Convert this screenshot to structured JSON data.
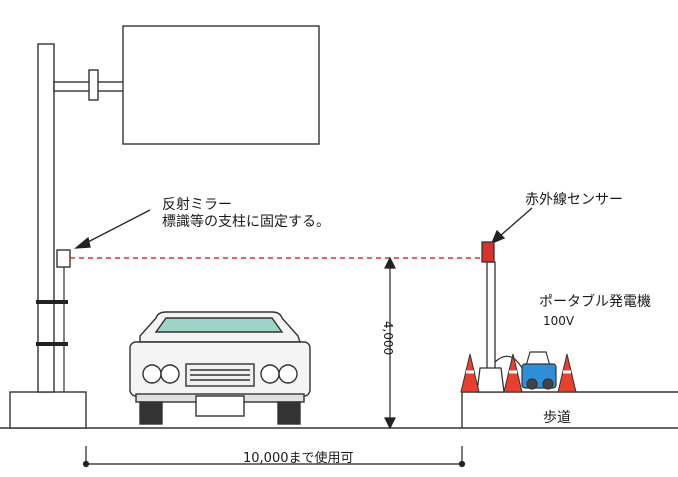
{
  "labels": {
    "mirror_line1": "反射ミラー",
    "mirror_line2": "標識等の支柱に固定する。",
    "sensor": "赤外線センサー",
    "generator": "ポータブル発電機",
    "voltage": "100V",
    "height": "4,000",
    "sidewalk": "歩道",
    "span": "10,000まで使用可"
  },
  "colors": {
    "line": "#333333",
    "beam": "#d9332b",
    "cone": "#e8402e",
    "generator": "#2f8fd6",
    "sensor": "#d9332b"
  }
}
